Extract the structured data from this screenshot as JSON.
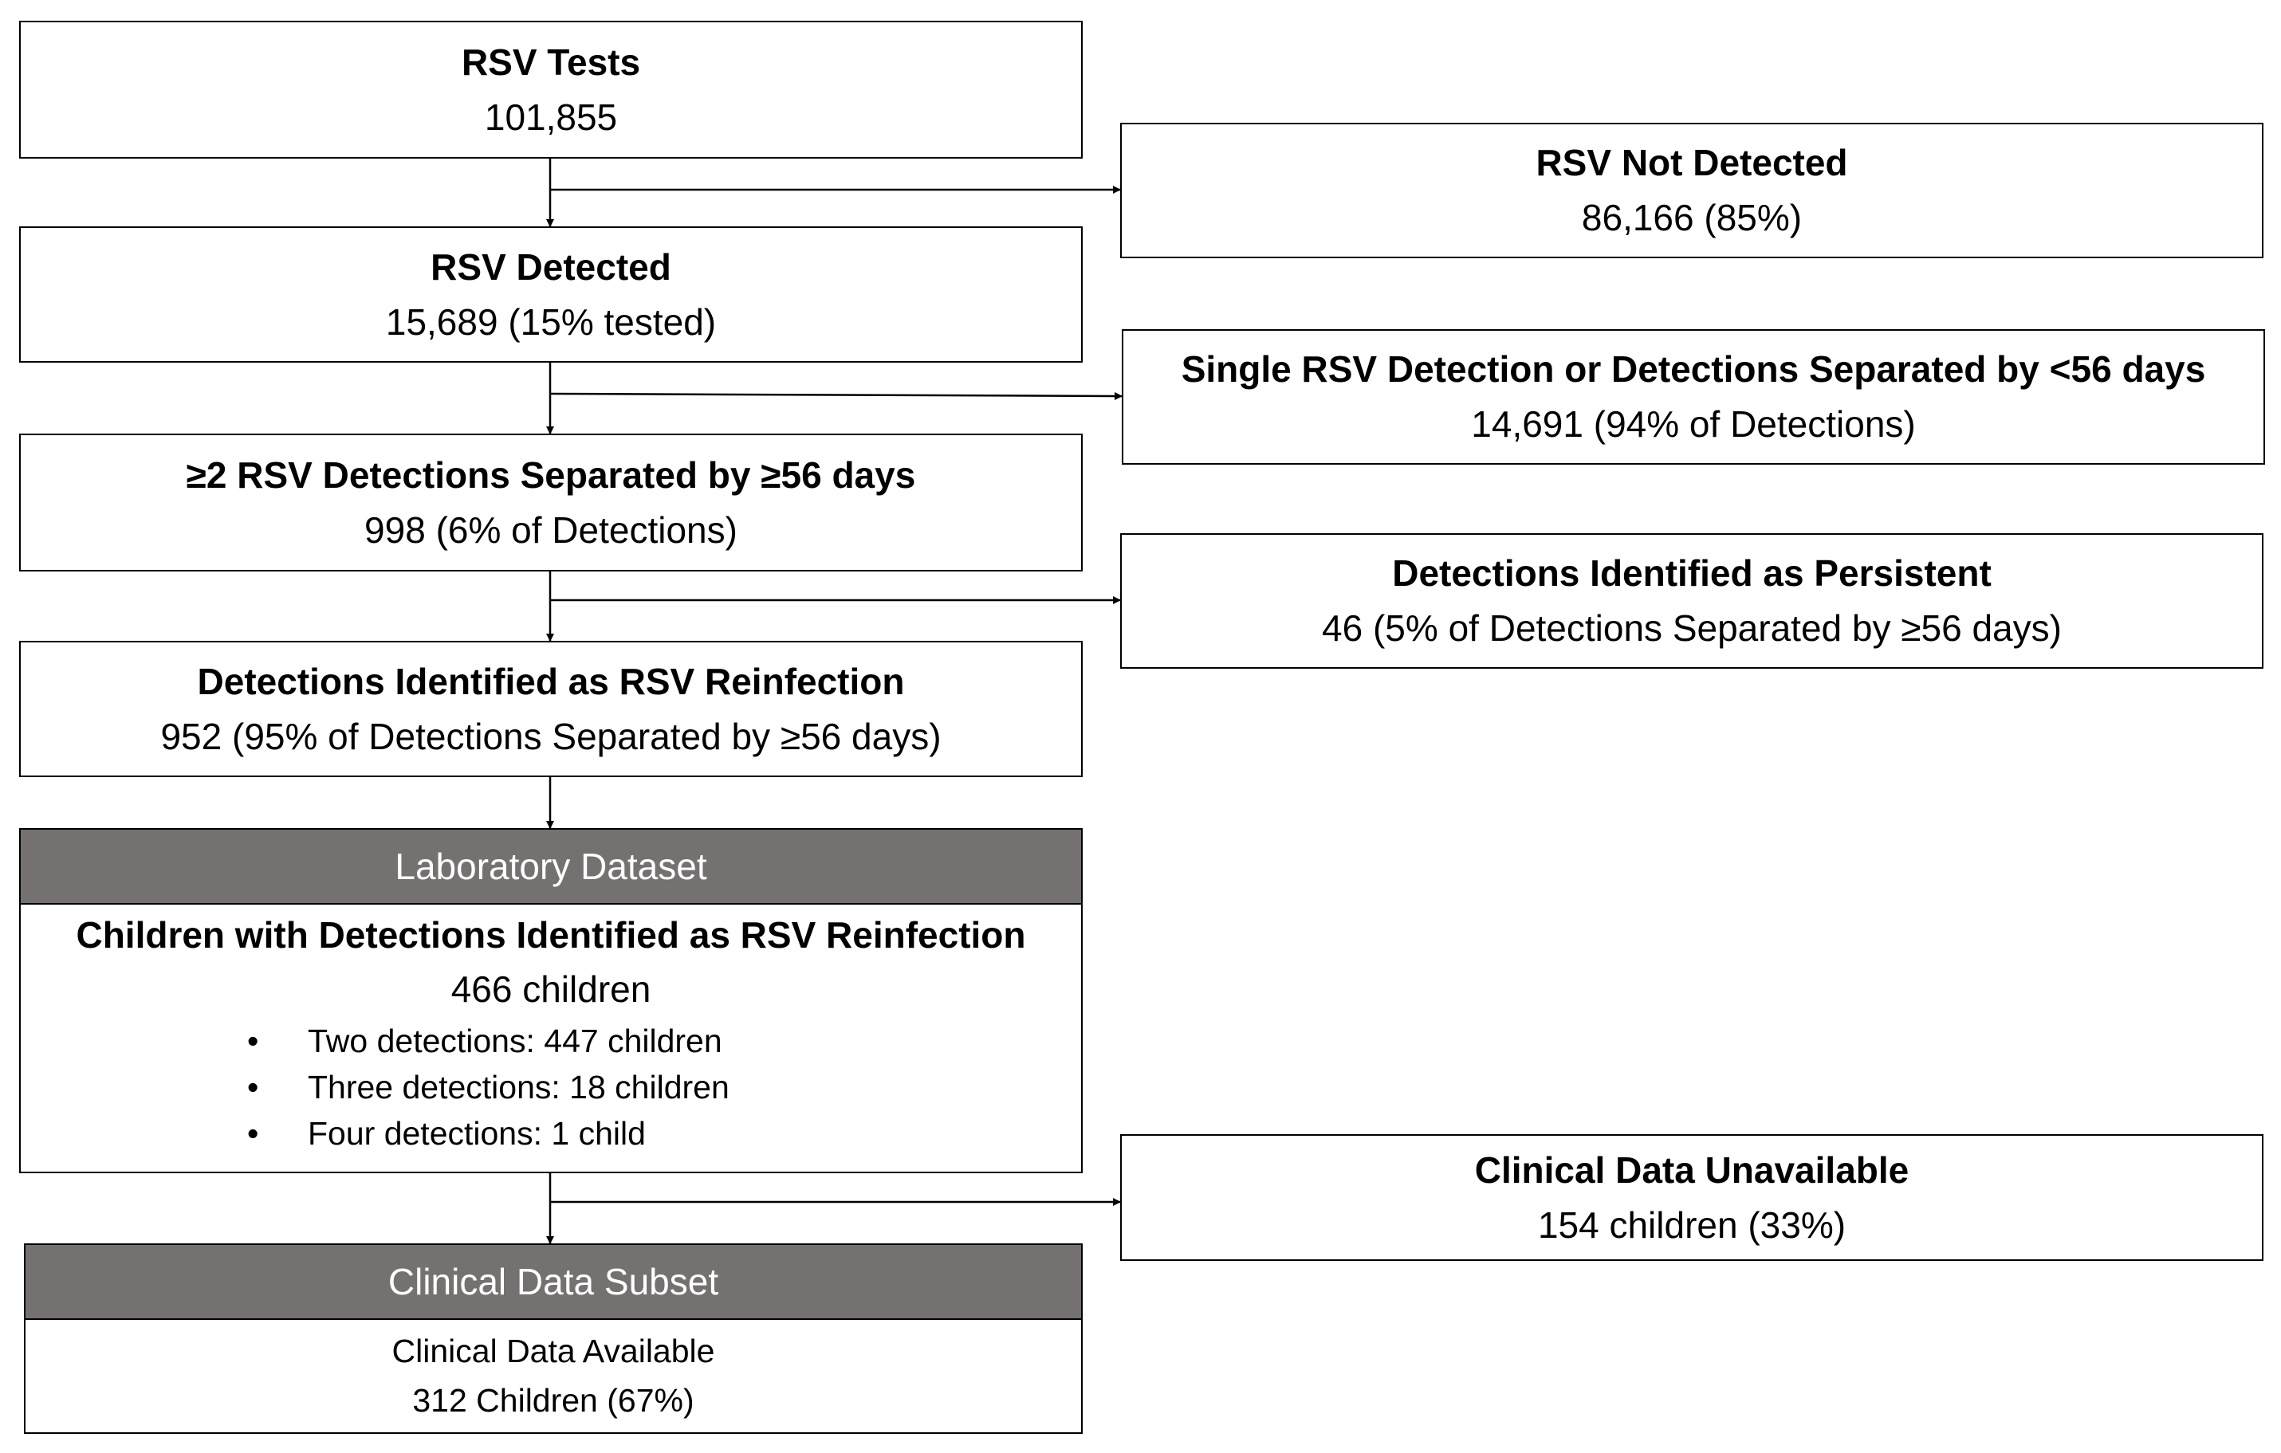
{
  "flow": {
    "tests": {
      "title": "RSV Tests",
      "value": "101,855"
    },
    "not_detected": {
      "title": "RSV Not Detected",
      "value": "86,166 (85%)"
    },
    "detected": {
      "title": "RSV Detected",
      "value": "15,689 (15% tested)"
    },
    "single": {
      "title": "Single RSV Detection or Detections Separated by <56 days",
      "value": "14,691 (94% of Detections)"
    },
    "two_plus": {
      "title": "≥2 RSV Detections Separated by ≥56 days",
      "value": "998 (6% of Detections)"
    },
    "persistent": {
      "title": "Detections Identified as Persistent",
      "value": "46 (5% of Detections Separated by ≥56 days)"
    },
    "reinfection": {
      "title": "Detections Identified as RSV Reinfection",
      "value": "952 (95% of Detections Separated by ≥56 days)"
    },
    "laboratory": {
      "header": "Laboratory Dataset",
      "title": "Children with Detections Identified as RSV Reinfection",
      "value": "466 children",
      "bullet_char": "•",
      "bullets": [
        "Two detections: 447 children",
        "Three detections: 18 children",
        "Four detections: 1 child"
      ]
    },
    "clinical_unavailable": {
      "title": "Clinical Data Unavailable",
      "value": "154 children (33%)"
    },
    "clinical_subset": {
      "header": "Clinical Data Subset",
      "line1": "Clinical Data Available",
      "line2": "312 Children (67%)"
    }
  }
}
